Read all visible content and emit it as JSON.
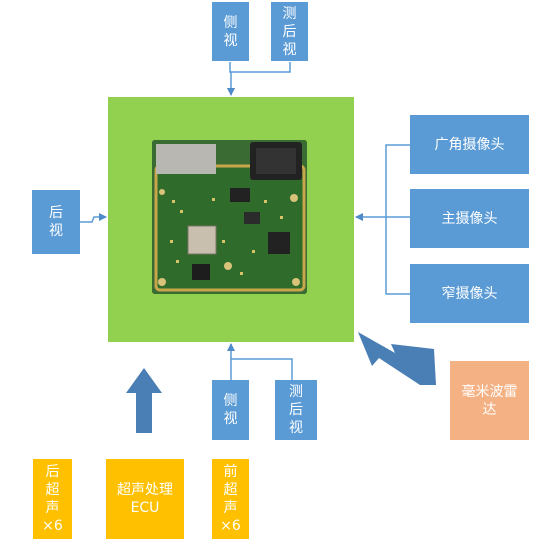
{
  "top_side": "侧\n视",
  "top_rear": "测\n后\n视",
  "left_rear": "后\n视",
  "right_cameras": [
    "广角摄像头",
    "主摄像头",
    "窄摄像头"
  ],
  "radar": "毫米波雷\n达",
  "bottom_side": "侧\n视",
  "bottom_rear": "测\n后\n视",
  "rear_ultrasonic": "后\n超\n声\n×6",
  "ecu": "超声处理\nECU",
  "front_ultrasonic": "前\n超\n声\n×6",
  "colors": {
    "blue_box": "#5b9bd5",
    "center": "#92d050",
    "ultrasonic": "#ffc000",
    "radar": "#f4b183",
    "arrow": "#4f8ac9",
    "big_arrow": "#4a7fb5"
  }
}
